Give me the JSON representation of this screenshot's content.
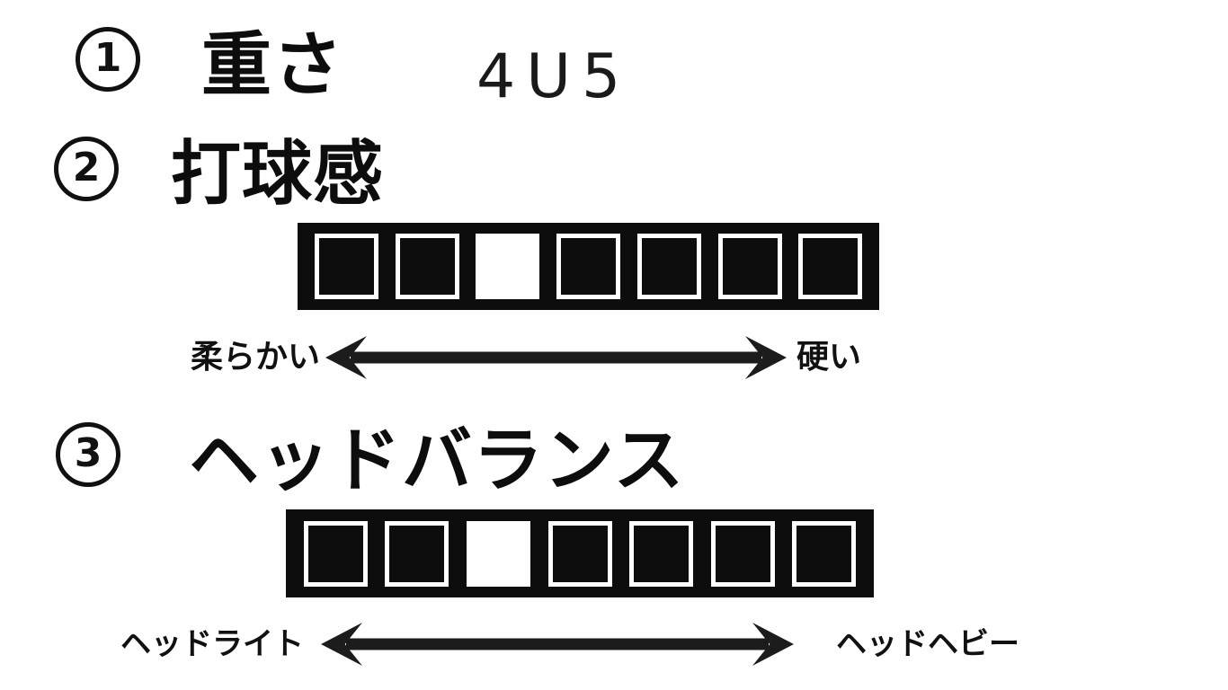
{
  "page": {
    "background": "#ffffff",
    "ink": "#111111",
    "bar_color": "#0d0d0d",
    "cell_border_color": "#ffffff",
    "selected_cell_color": "#ffffff"
  },
  "sections": [
    {
      "number": "1",
      "title": "重さ",
      "value": "4U5"
    },
    {
      "number": "2",
      "title": "打球感",
      "scale": {
        "cells_total": 7,
        "selected_cell": 3,
        "left_label": "柔らかい",
        "right_label": "硬い"
      }
    },
    {
      "number": "3",
      "title": "ヘッドバランス",
      "scale": {
        "cells_total": 7,
        "selected_cell": 3,
        "left_label": "ヘッドライト",
        "right_label": "ヘッドヘビー"
      }
    }
  ]
}
